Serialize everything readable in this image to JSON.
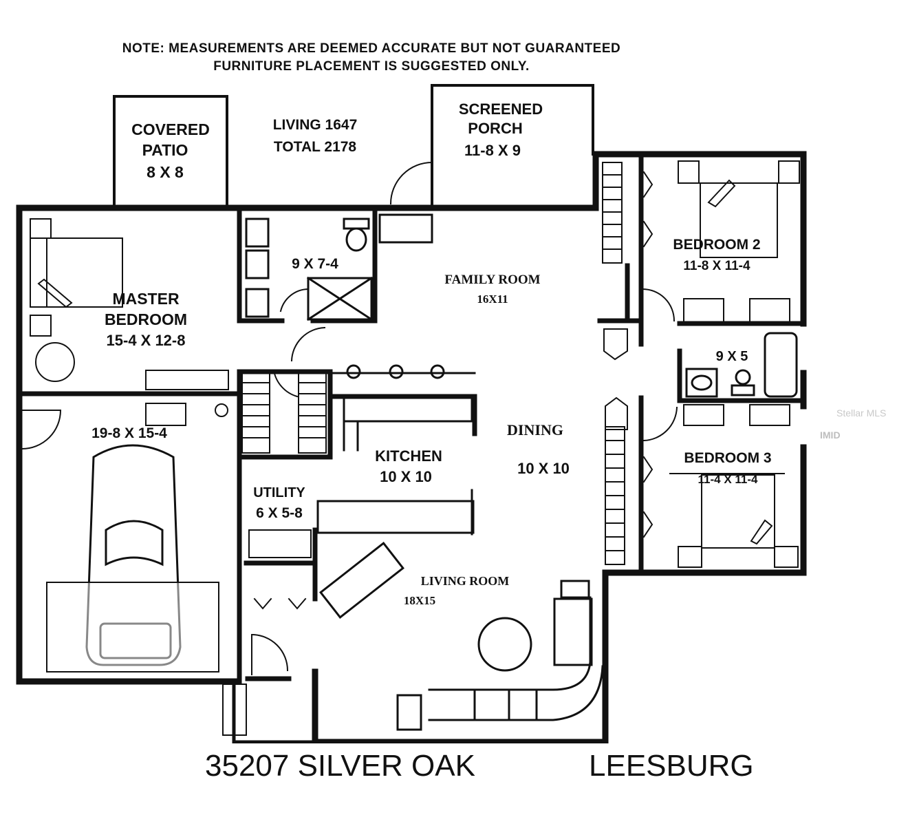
{
  "notes": {
    "line1": "NOTE: MEASUREMENTS ARE DEEMED ACCURATE BUT NOT GUARANTEED",
    "line2": "FURNITURE PLACEMENT IS SUGGESTED ONLY."
  },
  "summary": {
    "living": "LIVING 1647",
    "total": "TOTAL 2178"
  },
  "rooms": {
    "covered_patio": {
      "name1": "COVERED",
      "name2": "PATIO",
      "size": "8 X 8"
    },
    "screened_porch": {
      "name1": "SCREENED",
      "name2": "PORCH",
      "size": "11-8 X 9"
    },
    "bedroom2": {
      "name": "BEDROOM 2",
      "size": "11-8 X 11-4"
    },
    "master_bath": {
      "size": "9 X 7-4"
    },
    "family_room": {
      "name": "FAMILY ROOM",
      "size": "16X11"
    },
    "master_bedroom": {
      "name1": "MASTER",
      "name2": "BEDROOM",
      "size": "15-4 X 12-8"
    },
    "bath2": {
      "size": "9 X 5"
    },
    "garage": {
      "size": "19-8 X 15-4"
    },
    "dining": {
      "name": "DINING",
      "size": "10 X 10"
    },
    "kitchen": {
      "name": "KITCHEN",
      "size": "10 X 10"
    },
    "bedroom3": {
      "name": "BEDROOM 3",
      "size": "11-4 X 11-4"
    },
    "utility": {
      "name": "UTILITY",
      "size": "6 X 5-8"
    },
    "living_room": {
      "name": "LIVING ROOM",
      "size": "18X15"
    }
  },
  "address": {
    "street": "35207 SILVER OAK",
    "city": "LEESBURG"
  },
  "watermark": "Stellar MLS",
  "side_mark": "IMID"
}
